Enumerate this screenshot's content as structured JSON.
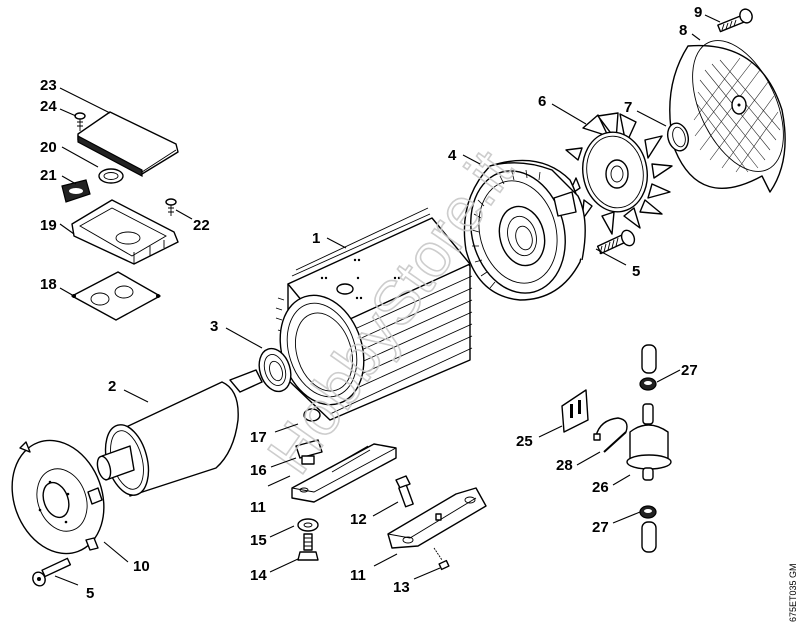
{
  "diagram": {
    "title": "Electric motor exploded parts view",
    "drawing_code": "675ET035 GM",
    "watermark": "HobbyStore.it",
    "callouts": [
      {
        "id": "c1",
        "label": "1",
        "part": "motor-housing"
      },
      {
        "id": "c2",
        "label": "2",
        "part": "rotor"
      },
      {
        "id": "c3",
        "label": "3",
        "part": "ball-bearing"
      },
      {
        "id": "c4",
        "label": "4",
        "part": "end-shield-fan-side"
      },
      {
        "id": "c5a",
        "label": "5",
        "part": "socket-screw-rear"
      },
      {
        "id": "c5b",
        "label": "5",
        "part": "socket-screw-front"
      },
      {
        "id": "c6",
        "label": "6",
        "part": "fan"
      },
      {
        "id": "c7",
        "label": "7",
        "part": "retaining-ring"
      },
      {
        "id": "c8",
        "label": "8",
        "part": "fan-cover"
      },
      {
        "id": "c9",
        "label": "9",
        "part": "cover-screw"
      },
      {
        "id": "c10",
        "label": "10",
        "part": "end-shield-drive-side"
      },
      {
        "id": "c11a",
        "label": "11",
        "part": "terminal-strip"
      },
      {
        "id": "c11b",
        "label": "11",
        "part": "terminal-bracket"
      },
      {
        "id": "c12",
        "label": "12",
        "part": "hex-bolt"
      },
      {
        "id": "c13",
        "label": "13",
        "part": "terminal-sleeve"
      },
      {
        "id": "c14",
        "label": "14",
        "part": "hex-screw"
      },
      {
        "id": "c15",
        "label": "15",
        "part": "washer"
      },
      {
        "id": "c16",
        "label": "16",
        "part": "cable-gland"
      },
      {
        "id": "c17",
        "label": "17",
        "part": "nut"
      },
      {
        "id": "c18",
        "label": "18",
        "part": "gasket"
      },
      {
        "id": "c19",
        "label": "19",
        "part": "terminal-box"
      },
      {
        "id": "c20",
        "label": "20",
        "part": "sealing-ring"
      },
      {
        "id": "c21",
        "label": "21",
        "part": "grommet"
      },
      {
        "id": "c22",
        "label": "22",
        "part": "box-screw"
      },
      {
        "id": "c23",
        "label": "23",
        "part": "terminal-box-cover"
      },
      {
        "id": "c24",
        "label": "24",
        "part": "cover-screw-small"
      },
      {
        "id": "c25",
        "label": "25",
        "part": "cable-tie-mount"
      },
      {
        "id": "c26",
        "label": "26",
        "part": "inline-filter"
      },
      {
        "id": "c27a",
        "label": "27",
        "part": "hose-clamp-upper"
      },
      {
        "id": "c27b",
        "label": "27",
        "part": "hose-clamp-lower"
      },
      {
        "id": "c28",
        "label": "28",
        "part": "cable-tie"
      }
    ]
  }
}
